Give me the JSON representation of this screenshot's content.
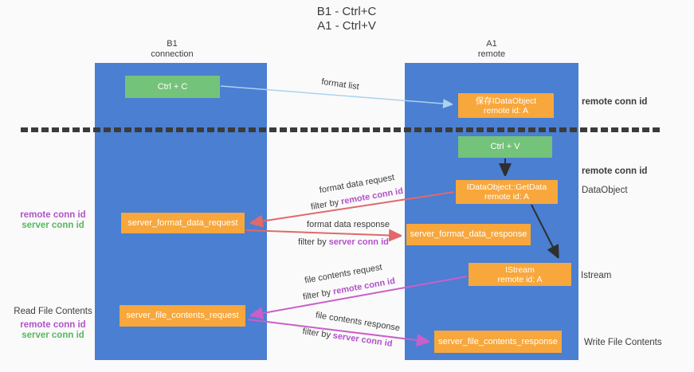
{
  "title": {
    "line1": "B1 - Ctrl+C",
    "line2": "A1 - Ctrl+V"
  },
  "columns": {
    "left": {
      "name": "B1",
      "subtitle": "connection"
    },
    "right": {
      "name": "A1",
      "subtitle": "remote"
    }
  },
  "nodes": {
    "ctrl_c": {
      "label": "Ctrl + C"
    },
    "saved_dataobject": {
      "line1": "保存IDataObject",
      "line2": "remote id: A"
    },
    "ctrl_v": {
      "label": "Ctrl + V"
    },
    "getdata": {
      "line1": "IDataObject::GetData",
      "line2": "remote id: A"
    },
    "server_format_data_request": {
      "label": "server_format_data_request"
    },
    "server_format_data_response": {
      "label": "server_format_data_response"
    },
    "istream": {
      "line1": "IStream",
      "line2": "remote id: A"
    },
    "server_file_contents_request": {
      "label": "server_file_contents_request"
    },
    "server_file_contents_response": {
      "label": "server_file_contents_response"
    }
  },
  "edge_labels": {
    "format_list": "format list",
    "format_data_request": "format data request",
    "format_data_response": "format data response",
    "file_contents_request": "file contents request",
    "file_contents_response": "file contents response",
    "filter_by_prefix": "filter by ",
    "remote_conn_id": "remote conn id",
    "server_conn_id": "server conn id"
  },
  "side_labels": {
    "remote_conn_id_top": "remote conn id",
    "remote_conn_id_mid": "remote conn id",
    "dataobject": "DataObject",
    "istream": "Istream",
    "write_file_contents": "Write File Contents",
    "left_remote_conn_id": "remote conn id",
    "left_server_conn_id": "server conn id",
    "read_file_contents": "Read File Contents",
    "left2_remote_conn_id": "remote conn id",
    "left2_server_conn_id": "server conn id"
  },
  "colors": {
    "background": "#fafafa",
    "column_blue": "#4a7fd2",
    "box_green": "#74c37a",
    "box_orange": "#f7a73c",
    "arrow_blue": "#a9d3ef",
    "arrow_red": "#e0696c",
    "arrow_magenta": "#c95fc9",
    "arrow_black": "#2f2f2f",
    "text_dark": "#3c3c3c",
    "purple_label": "#b252c8",
    "green_label": "#56b85f",
    "dash": "#3b3b3b"
  }
}
